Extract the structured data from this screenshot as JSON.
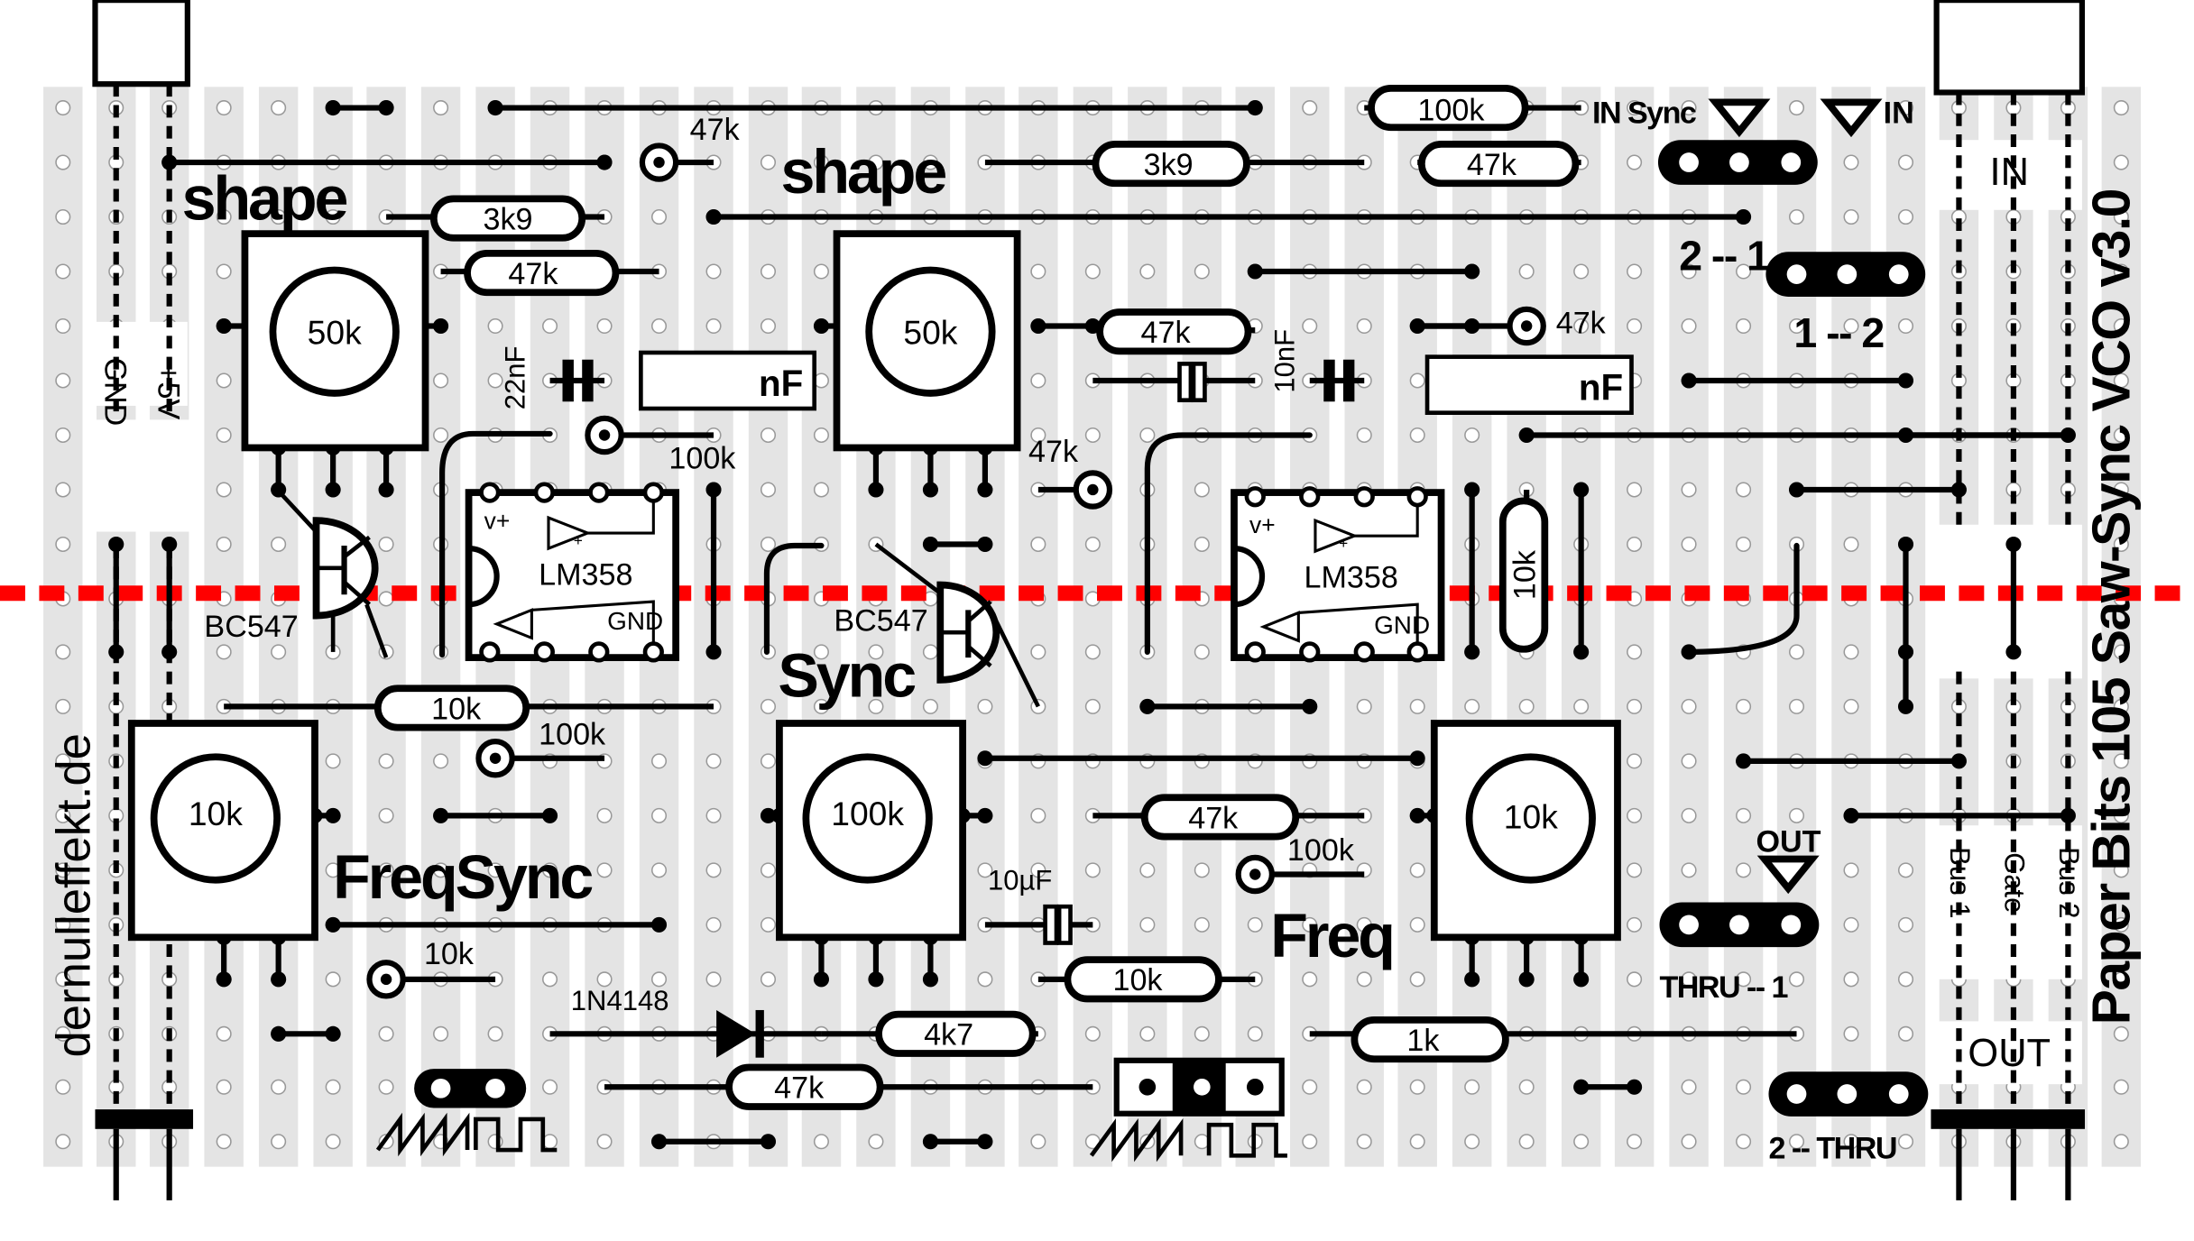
{
  "board": {
    "title": "Paper Bits 105 Saw-Sync VCO v3.0",
    "website": "dernulleffekt.de",
    "colors": {
      "background": "#ffffff",
      "strip": "#e4e4e4",
      "hole": "#ffffff",
      "ink": "#000000",
      "cut_line": "#ff0000"
    }
  },
  "rails": [
    {
      "label": "GND"
    },
    {
      "label": "+5V"
    }
  ],
  "bus": [
    {
      "label": "Bus 1"
    },
    {
      "label": "Gate"
    },
    {
      "label": "Bus 2"
    }
  ],
  "connector_labels": {
    "in": "IN",
    "out": "OUT"
  },
  "section_titles": {
    "shape_left": "shape",
    "shape_right": "shape",
    "freq_sync": "FreqSync",
    "sync": "Sync",
    "freq": "Freq"
  },
  "potentiometers": [
    {
      "value": "50k"
    },
    {
      "value": "50k"
    },
    {
      "value": "10k"
    },
    {
      "value": "100k"
    },
    {
      "value": "10k"
    }
  ],
  "resistors": [
    {
      "value": "3k9"
    },
    {
      "value": "47k"
    },
    {
      "value": "3k9"
    },
    {
      "value": "100k"
    },
    {
      "value": "47k"
    },
    {
      "value": "47k"
    },
    {
      "value": "10k"
    },
    {
      "value": "10k"
    },
    {
      "value": "47k"
    },
    {
      "value": "10k"
    },
    {
      "value": "4k7"
    },
    {
      "value": "47k"
    },
    {
      "value": "1k"
    }
  ],
  "standing_resistors": [
    {
      "value": "47k"
    },
    {
      "value": "100k"
    },
    {
      "value": "47k"
    },
    {
      "value": "47k"
    },
    {
      "value": "100k"
    },
    {
      "value": "100k"
    },
    {
      "value": "10k"
    }
  ],
  "capacitors": [
    {
      "value": "22nF"
    },
    {
      "value": "10nF"
    },
    {
      "value": "10µF"
    }
  ],
  "cap_boxes": [
    {
      "label": "nF"
    },
    {
      "label": "nF"
    }
  ],
  "ics": [
    {
      "name": "LM358",
      "vplus": "v+",
      "gnd": "GND",
      "plus": "+",
      "minus": "-"
    },
    {
      "name": "LM358",
      "vplus": "v+",
      "gnd": "GND",
      "plus": "+",
      "minus": "-"
    }
  ],
  "transistors": [
    {
      "name": "BC547"
    },
    {
      "name": "BC547"
    }
  ],
  "diode": {
    "name": "1N4148"
  },
  "jumpers": {
    "in_sync": "IN Sync",
    "in": "IN",
    "route_2_1": "2 -- 1",
    "route_1_2": "1 -- 2",
    "out": "OUT",
    "thru_1": "THRU -- 1",
    "thru_2": "2 -- THRU"
  },
  "geometry": {
    "cols": [
      45,
      83,
      121,
      160,
      199,
      238,
      276,
      315,
      354,
      393,
      432,
      471,
      510,
      549,
      587,
      626,
      665,
      704,
      742,
      781,
      820,
      859,
      897,
      936,
      975,
      1013,
      1052,
      1091,
      1130,
      1168,
      1207,
      1246,
      1284,
      1323,
      1362,
      1400,
      1439,
      1478,
      1516
    ],
    "rows": [
      77,
      116,
      155,
      194,
      233,
      272,
      311,
      350,
      389,
      428,
      466,
      505,
      544,
      583,
      622,
      661,
      700,
      739,
      777,
      816
    ]
  }
}
